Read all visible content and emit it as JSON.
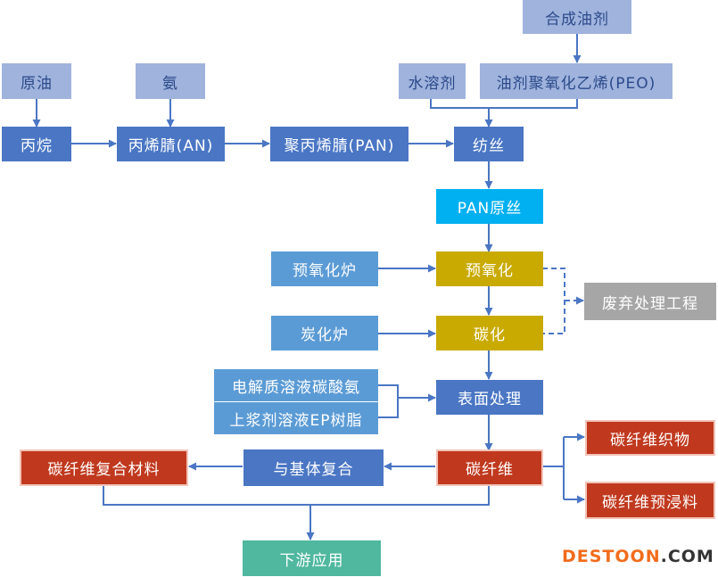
{
  "diagram": {
    "nodes": {
      "synthetic_oil": "合成油剂",
      "crude_oil": "原油",
      "ammonia": "氨",
      "water_solvent": "水溶剂",
      "peo": "油剂聚氧化乙烯(PEO)",
      "propane": "丙烷",
      "an": "丙烯腈(AN)",
      "pan": "聚丙烯腈(PAN)",
      "spinning": "纺丝",
      "pan_precursor": "PAN原丝",
      "preox_furnace": "预氧化炉",
      "preoxidation": "预氧化",
      "waste_treatment": "废弃处理工程",
      "carbon_furnace": "炭化炉",
      "carbonization": "碳化",
      "electrolyte": "电解质溶液碳酸氨",
      "sizing": "上浆剂溶液EP树脂",
      "surface_treatment": "表面处理",
      "carbon_fiber": "碳纤维",
      "fabric": "碳纤维织物",
      "prepreg": "碳纤维预浸料",
      "matrix_compound": "与基体复合",
      "composite": "碳纤维复合材料",
      "downstream": "下游应用"
    },
    "colors": {
      "raw_material": "#9fb3dd",
      "process": "#4a76c4",
      "precursor": "#00b0f0",
      "thermal": "#c9aa00",
      "equipment": "#5b9bd5",
      "product": "#c0391e",
      "waste": "#a6a6a6",
      "application": "#4fb89f",
      "line": "#4a76c4"
    }
  },
  "watermark": {
    "main": "DESTOON",
    "suffix": ".COM"
  }
}
